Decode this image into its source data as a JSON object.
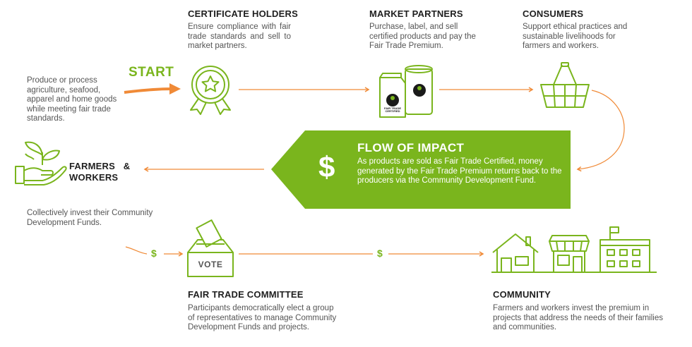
{
  "colors": {
    "green": "#7ab51d",
    "orange": "#f08a37",
    "dark": "#1f1f1f",
    "gray": "#555555"
  },
  "start": {
    "label": "START"
  },
  "producers": {
    "text": "Produce or process agriculture, seafood, apparel and home goods while meeting fair trade standards."
  },
  "certificate_holders": {
    "title": "CERTIFICATE HOLDERS",
    "text": "Ensure compliance with fair trade standards and sell to market partners."
  },
  "market_partners": {
    "title": "MARKET PARTNERS",
    "text": "Purchase, label, and sell certified products and pay the Fair Trade Premium.",
    "label_text": "FAIR TRADE CERTIFIED"
  },
  "consumers": {
    "title": "CONSUMERS",
    "text": "Support ethical practices and sustainable livelihoods for farmers and workers."
  },
  "flow_of_impact": {
    "title": "FLOW OF IMPACT",
    "text": "As products are sold as Fair Trade Certified, money generated by the Fair Trade Premium returns back to the producers via the Community Development Fund.",
    "symbol": "$"
  },
  "farmers_workers": {
    "title": "FARMERS & WORKERS",
    "text": "Collectively invest their Community Development Funds."
  },
  "committee": {
    "title": "FAIR TRADE COMMITTEE",
    "text": "Participants democratically elect a group of representatives to manage Community Development Funds and projects.",
    "vote_label": "VOTE",
    "dollar": "$"
  },
  "community": {
    "title": "COMMUNITY",
    "text": "Farmers and workers invest the premium in projects that address the needs of their families and communities.",
    "dollar": "$"
  }
}
